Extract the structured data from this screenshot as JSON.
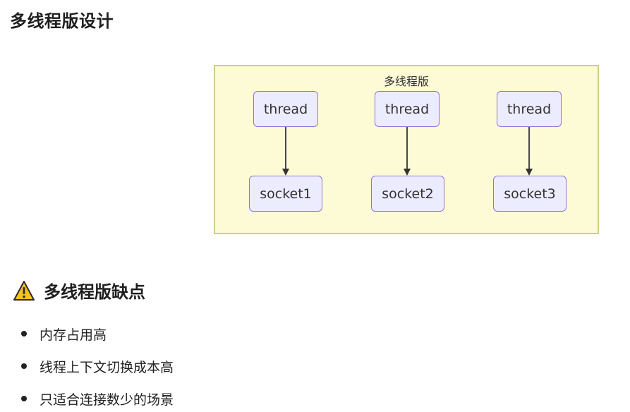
{
  "page": {
    "title": "多线程版设计"
  },
  "diagram": {
    "cluster_label": "多线程版",
    "colors": {
      "cluster_fill": "#fdfbd5",
      "cluster_border": "#cfcf8a",
      "node_fill": "#ececff",
      "node_border": "#9370db",
      "edge": "#333333"
    },
    "nodes": [
      {
        "id": "thread-1",
        "label": "thread"
      },
      {
        "id": "thread-2",
        "label": "thread"
      },
      {
        "id": "thread-3",
        "label": "thread"
      },
      {
        "id": "socket-1",
        "label": "socket1"
      },
      {
        "id": "socket-2",
        "label": "socket2"
      },
      {
        "id": "socket-3",
        "label": "socket3"
      }
    ],
    "edges": [
      {
        "from": "thread-1",
        "to": "socket-1"
      },
      {
        "from": "thread-2",
        "to": "socket-2"
      },
      {
        "from": "thread-3",
        "to": "socket-3"
      }
    ]
  },
  "drawbacks": {
    "icon": "warning-icon",
    "heading": "多线程版缺点",
    "items": [
      "内存占用高",
      "线程上下文切换成本高",
      "只适合连接数少的场景"
    ]
  }
}
